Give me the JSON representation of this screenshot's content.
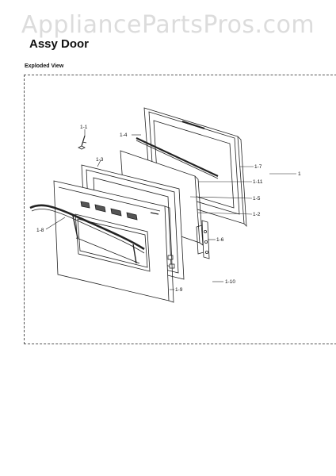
{
  "watermark": "AppliancePartsPros.com",
  "title": "Assy Door",
  "subtitle": "Exploded View",
  "callouts": {
    "c1_1": "1-1",
    "c1_4": "1-4",
    "c1_3": "1-3",
    "c1_7": "1-7",
    "c1": "1",
    "c1_11": "1-11",
    "c1_5": "1-5",
    "c1_2": "1-2",
    "c1_8": "1-8",
    "c1_6": "1-6",
    "c1_10": "1-10",
    "c1_9": "1-9"
  }
}
